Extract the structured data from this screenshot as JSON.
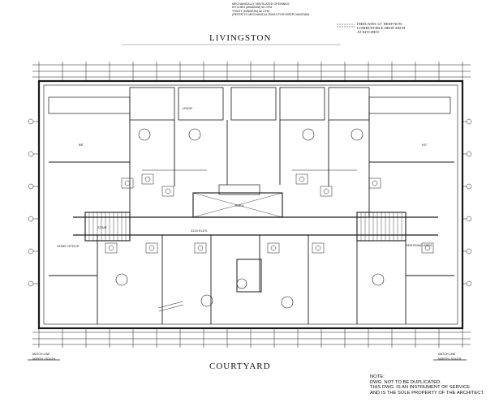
{
  "header_notes": {
    "lines": [
      "MECHANICALLY VENTILATED OPENINGS",
      "KITCHEN (MINIMUM) 50 CFM",
      "TOILET (MINIMUM) 50 CFM",
      "(REFER TO MECHANICAL DWGS FOR RISER DIAGRAM)"
    ]
  },
  "legend": {
    "text_lines": [
      "INDICATES 12\" DEEP NON-",
      "COMBUSTIBLE DROP ARCH",
      "AT KITCHEN"
    ]
  },
  "streets": {
    "top": "LIVINGSTON",
    "bottom": "COURTYARD"
  },
  "match_lines": {
    "left": [
      "MATCH LINE",
      "NORTH / SOUTH"
    ],
    "right": [
      "MATCH LINE",
      "NORTH / SOUTH"
    ]
  },
  "note": {
    "lines": [
      "NOTE:",
      "DWG. NOT TO BE DUPLICATED.",
      "THIS DWG. IS AN INSTRUMENT OF SERVICE",
      "AND IS THE SOLE PROPERTY OF THE ARCHITECT."
    ]
  },
  "room_labels": {
    "corridor": "3124 ELEV.",
    "stair": "STAIR",
    "elevator": "ELEV.",
    "dressing": "DRESSING AREA",
    "lr_dr": "LR/DR",
    "br": "BR",
    "kit": "KIT",
    "home_office": "HOME OFFICE"
  }
}
